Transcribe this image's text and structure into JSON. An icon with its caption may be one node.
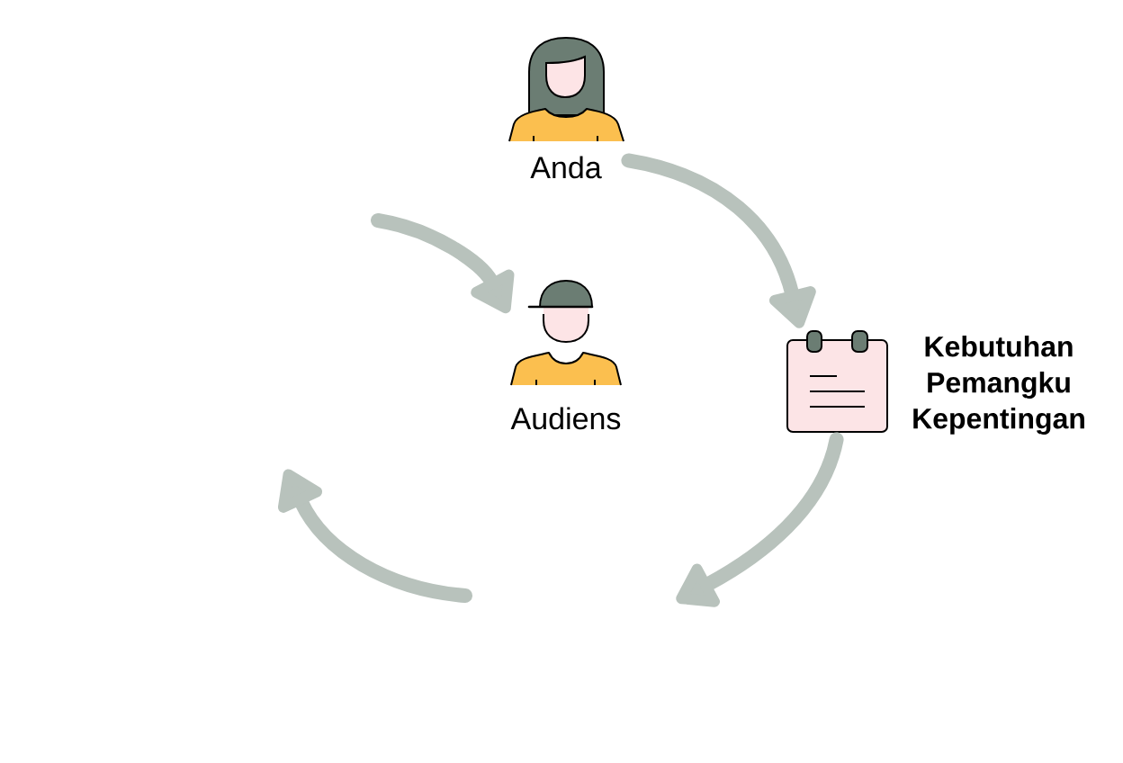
{
  "diagram": {
    "nodes": [
      {
        "text": [
          "Anda"
        ]
      },
      {
        "text": [
          "Audiens"
        ]
      },
      {
        "text": [
          "Kebutuhan Pemangku Kepentingan"
        ]
      }
    ],
    "edges": [
      {
        "from": 0,
        "to": 2,
        "arrow": "to"
      },
      {
        "from": 2,
        "to": null,
        "arrow": "to"
      },
      {
        "from": null,
        "to": 1,
        "arrow": "to"
      }
    ]
  }
}
